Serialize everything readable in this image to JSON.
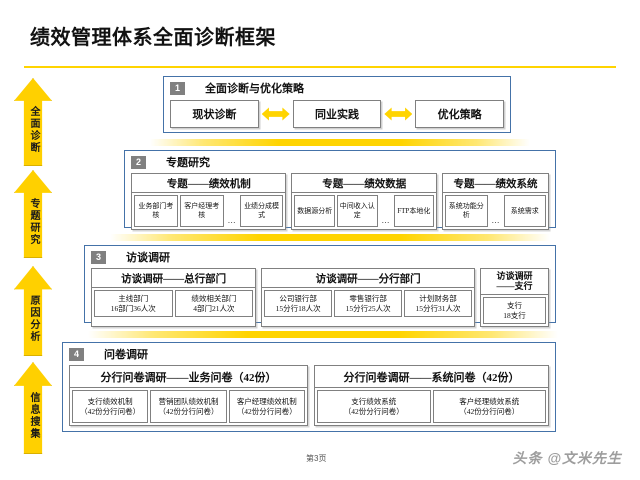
{
  "slide": {
    "title": "绩效管理体系全面诊断框架",
    "page_label": "第3页",
    "watermark": "头条 @文米先生",
    "accent_yellow": "#FFD400",
    "border_blue": "#4472A8",
    "badge_gray": "#808080"
  },
  "rail": {
    "arrows": [
      {
        "label": "全面诊断"
      },
      {
        "label": "专题研究"
      },
      {
        "label": "原因分析"
      },
      {
        "label": "信息搜集"
      }
    ]
  },
  "sections": [
    {
      "number": "1",
      "title": "全面诊断与优化策略",
      "boxes": [
        {
          "label": "现状诊断"
        },
        {
          "label": "同业实践"
        },
        {
          "label": "优化策略"
        }
      ],
      "connector_icon": "double-arrow-icon"
    },
    {
      "number": "2",
      "title": "专题研究",
      "groups": [
        {
          "title": "专题——绩效机制",
          "leaves": [
            "业务部门考核",
            "客户经理考核",
            "…",
            "业绩分成模式"
          ]
        },
        {
          "title": "专题——绩效数据",
          "leaves": [
            "数据源分析",
            "中间收入认定",
            "…",
            "FTP本地化"
          ]
        },
        {
          "title": "专题——绩效系统",
          "leaves": [
            "系统功能分析",
            "…",
            "系统需求"
          ]
        }
      ]
    },
    {
      "number": "3",
      "title": "访谈调研",
      "groups": [
        {
          "title": "访谈调研——总行部门",
          "leaves": [
            "主线部门\n16部门36人次",
            "绩效相关部门\n4部门21人次"
          ]
        },
        {
          "title": "访谈调研——分行部门",
          "leaves": [
            "公司银行部\n15分行18人次",
            "零售银行部\n15分行25人次",
            "计划财务部\n15分行31人次"
          ]
        },
        {
          "title": "访谈调研\n——支行",
          "leaves": [
            "支行\n18支行"
          ]
        }
      ]
    },
    {
      "number": "4",
      "title": "问卷调研",
      "groups": [
        {
          "title": "分行问卷调研——业务问卷（42份）",
          "leaves": [
            "支行绩效机制\n（42份分行问卷）",
            "营销团队绩效机制\n（42份分行问卷）",
            "客户经理绩效机制\n（42份分行问卷）"
          ]
        },
        {
          "title": "分行问卷调研——系统问卷（42份）",
          "leaves": [
            "支行绩效系统\n（42份分行问卷）",
            "客户经理绩效系统\n（42份分行问卷）"
          ]
        }
      ]
    }
  ]
}
